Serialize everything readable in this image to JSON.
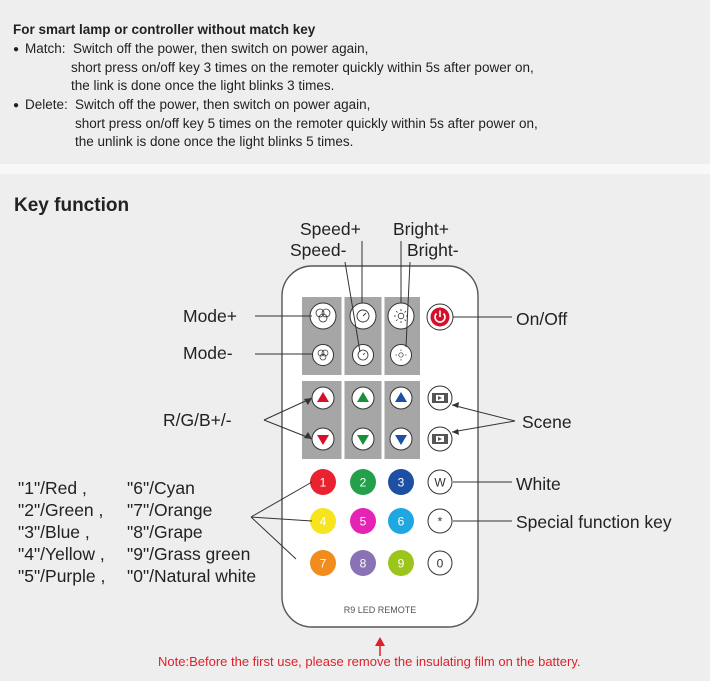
{
  "instructions": {
    "heading": "For smart lamp or controller without match key",
    "match": {
      "label": "Match:",
      "line1": "Switch off the power, then switch on power again,",
      "line2": "short press on/off key 3 times on the remoter quickly within 5s after power on,",
      "line3": "the link is done once the light blinks 3 times."
    },
    "delete": {
      "label": "Delete:",
      "line1": "Switch off the power, then switch on power again,",
      "line2": "short press on/off key 5 times on the remoter quickly within 5s after power on,",
      "line3": "the unlink is done once the light blinks 5 times."
    }
  },
  "key_function": {
    "title": "Key function",
    "labels": {
      "speed_plus": "Speed+",
      "speed_minus": "Speed-",
      "bright_plus": "Bright+",
      "bright_minus": "Bright-",
      "mode_plus": "Mode+",
      "mode_minus": "Mode-",
      "on_off": "On/Off",
      "rgb": "R/G/B+/-",
      "scene": "Scene",
      "white": "White",
      "special": "Special function key"
    },
    "color_keys_left": [
      "\"1\"/Red ,",
      "\"2\"/Green ,",
      "\"3\"/Blue ,",
      "\"4\"/Yellow ,",
      "\"5\"/Purple ,"
    ],
    "color_keys_right": [
      "\"6\"/Cyan",
      "\"7\"/Orange",
      "\"8\"/Grape",
      "\"9\"/Grass green",
      "\"0\"/Natural white"
    ]
  },
  "remote": {
    "model_text": "R9  LED REMOTE",
    "number_buttons": [
      {
        "label": "1",
        "color": "#e8232f"
      },
      {
        "label": "2",
        "color": "#22a14a"
      },
      {
        "label": "3",
        "color": "#1d4fa3"
      },
      {
        "label": "W",
        "color": "#ffffff"
      },
      {
        "label": "4",
        "color": "#f5e41e"
      },
      {
        "label": "5",
        "color": "#e524b5"
      },
      {
        "label": "6",
        "color": "#1ea7e1"
      },
      {
        "label": "*",
        "color": "#ffffff"
      },
      {
        "label": "7",
        "color": "#f28c1c"
      },
      {
        "label": "8",
        "color": "#8a72b4"
      },
      {
        "label": "9",
        "color": "#9cc51c"
      },
      {
        "label": "0",
        "color": "#ffffff"
      }
    ],
    "arrow_colors": {
      "red": "#d7102a",
      "green": "#1a8f3a",
      "blue": "#1d4fa3"
    },
    "power_color": "#d7102a"
  },
  "note": "Note:Before the first use, please remove the insulating film on the battery."
}
